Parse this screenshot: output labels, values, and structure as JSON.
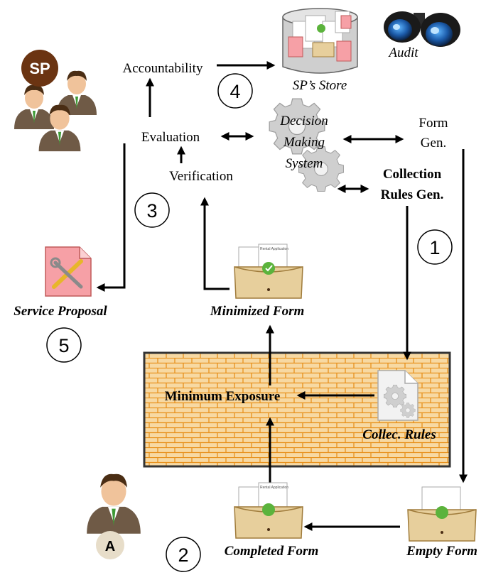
{
  "nodes": {
    "accountability": "Accountability",
    "evaluation": "Evaluation",
    "verification": "Verification",
    "dms_line1": "Decision",
    "dms_line2": "Making",
    "dms_line3": "System",
    "form_gen_line1": "Form",
    "form_gen_line2": "Gen.",
    "collection_rules_line1": "Collection",
    "collection_rules_line2": "Rules Gen.",
    "sp_store": "SP’s Store",
    "audit": "Audit",
    "service_proposal": "Service Proposal",
    "minimized_form": "Minimized Form",
    "minimum_exposure": "Minimum Exposure",
    "collec_rules": "Collec. Rules",
    "completed_form": "Completed Form",
    "empty_form": "Empty Form"
  },
  "steps": [
    "1",
    "2",
    "3",
    "4",
    "5"
  ],
  "badges": {
    "sp": "SP",
    "user": "A"
  },
  "form_doc_title": "Rental Application",
  "icons": [
    "binoculars-icon",
    "gears-icon",
    "form-folder-icon",
    "tools-document-icon",
    "people-group-icon",
    "user-icon",
    "database-icon",
    "rules-document-icon"
  ],
  "colors": {
    "wall_fill": "#f7d9a3",
    "brick_line": "#e8911c",
    "folder": "#e7cf9c",
    "green_check": "#5bb33c",
    "proposal_pink": "#f6a0a6",
    "sp_badge": "#6b3412",
    "gear_gray": "#c6c6c6"
  }
}
